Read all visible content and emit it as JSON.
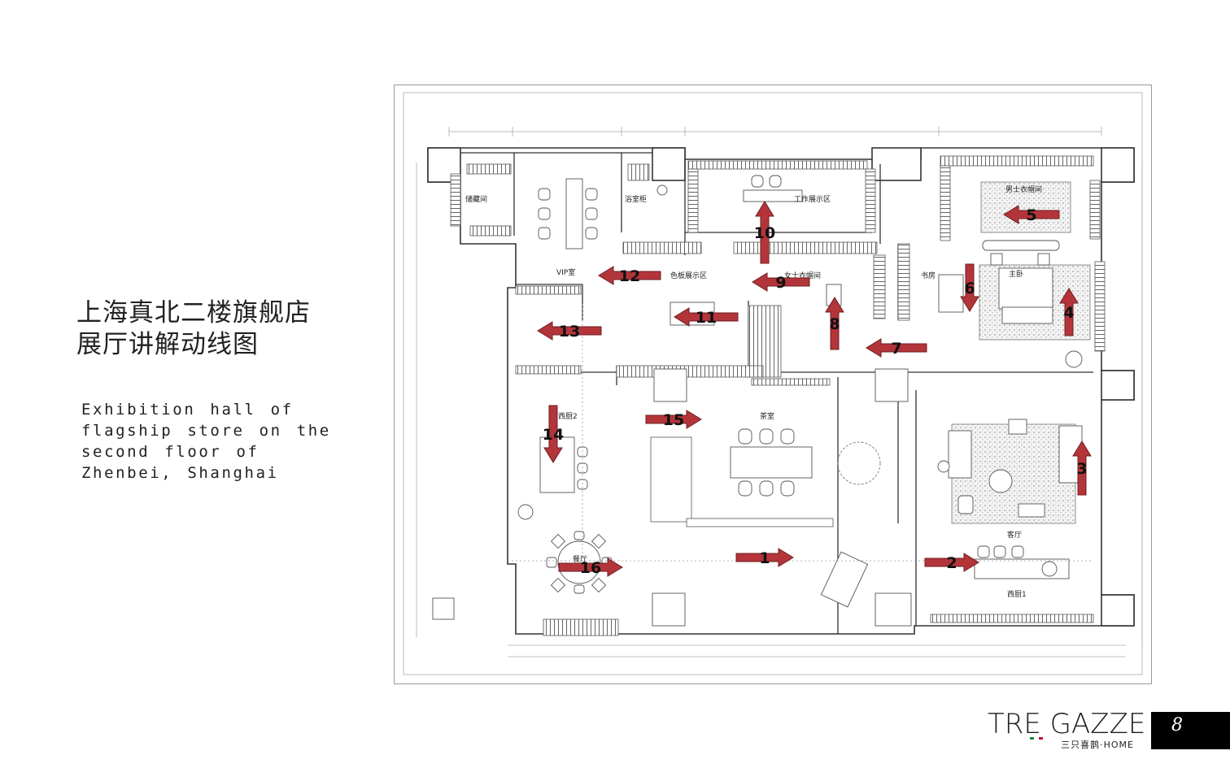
{
  "title_cn": [
    "上海真北二楼旗舰店",
    "展厅讲解动线图"
  ],
  "title_en": "Exhibition hall of flagship store on the second floor of Zhenbei, Shanghai",
  "rooms": {
    "storage": "储藏间",
    "bathroom_cabinet": "浴室柜",
    "work_display": "工作展示区",
    "mens_closet": "男士衣帽间",
    "vip": "VIP室",
    "color_board": "色板展示区",
    "ladies_closet": "女士衣帽间",
    "study": "书房",
    "master_bed": "主卧",
    "kitchen2": "西厨2",
    "tea_room": "茶室",
    "living_room": "客厅",
    "dining": "餐厅",
    "kitchen1": "西厨1"
  },
  "arrow_color": "#b3353a",
  "arrows": [
    {
      "label": "1"
    },
    {
      "label": "2"
    },
    {
      "label": "3"
    },
    {
      "label": "4"
    },
    {
      "label": "5"
    },
    {
      "label": "6"
    },
    {
      "label": "7"
    },
    {
      "label": "8"
    },
    {
      "label": "9"
    },
    {
      "label": "10"
    },
    {
      "label": "11"
    },
    {
      "label": "12"
    },
    {
      "label": "13"
    },
    {
      "label": "14"
    },
    {
      "label": "15"
    },
    {
      "label": "16"
    }
  ],
  "brand": {
    "name": "TRE GAZZE",
    "sub": "三只喜鹊·HOME",
    "accent_green": "#1e8a3c",
    "accent_red": "#c8102e"
  },
  "page_number": "8"
}
